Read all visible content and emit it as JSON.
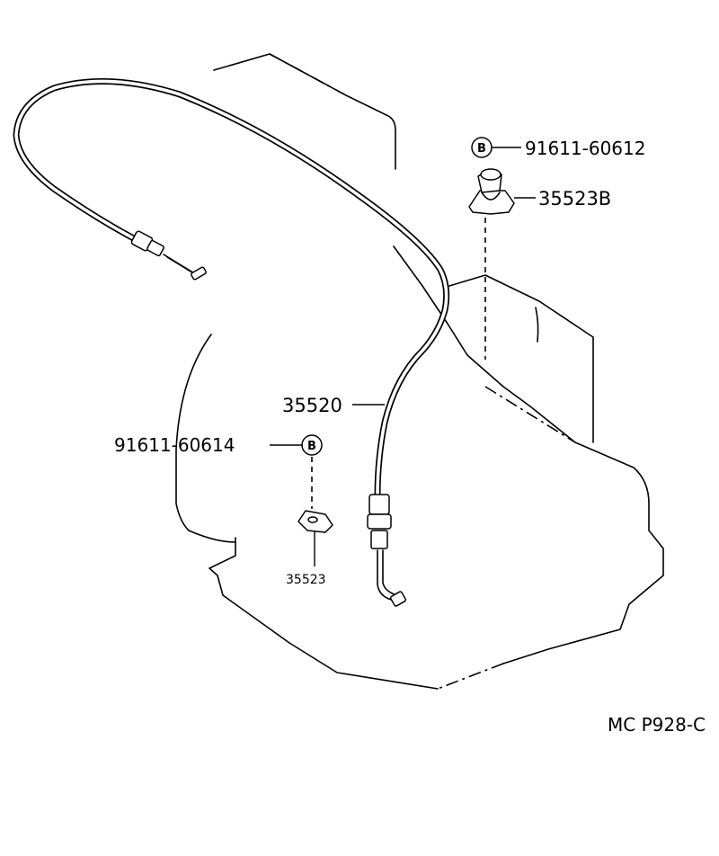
{
  "parts": {
    "cable": "35520",
    "clamp_upper": "35523B",
    "clamp_lower": "35523",
    "bolt_upper": "91611-60612",
    "bolt_lower": "91611-60614",
    "bolt_marker": "B"
  },
  "figure_code": "MC P928-C"
}
